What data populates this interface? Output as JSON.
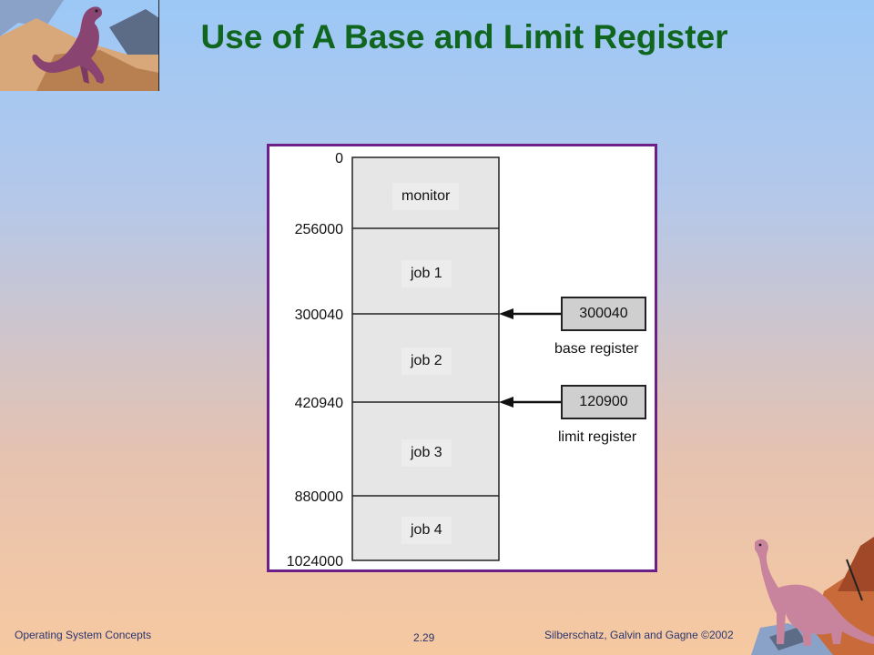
{
  "slide": {
    "title": "Use of A Base and Limit Register"
  },
  "diagram": {
    "addresses": [
      "0",
      "256000",
      "300040",
      "420940",
      "880000",
      "1024000"
    ],
    "segments": [
      "monitor",
      "job 1",
      "job 2",
      "job 3",
      "job 4"
    ],
    "base_register": {
      "value": "300040",
      "caption": "base register"
    },
    "limit_register": {
      "value": "120900",
      "caption": "limit register"
    }
  },
  "footer": {
    "left": "Operating System Concepts",
    "center": "2.29",
    "right": "Silberschatz, Galvin and  Gagne ©2002"
  },
  "colors": {
    "title": "#10661e",
    "panel_border": "#6c1f88",
    "memory_fill": "#e6e6e6",
    "register_fill": "#cfcfcf"
  },
  "icons": [
    "dinosaur-decoration-top-left",
    "dinosaur-decoration-bottom-right"
  ]
}
